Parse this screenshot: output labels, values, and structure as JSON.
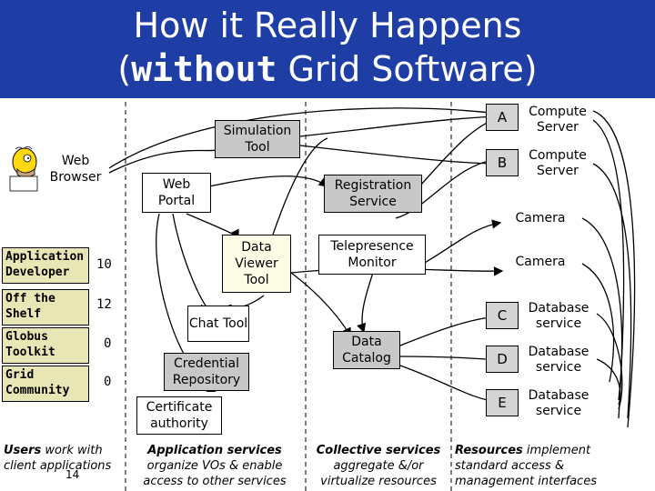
{
  "title": {
    "line1": "How it Really Happens",
    "line2_open": "(",
    "line2_bold": "without",
    "line2_rest": " Grid Software)"
  },
  "components": {
    "web_browser": "Web Browser",
    "simulation_tool": "Simulation Tool",
    "web_portal": "Web Portal",
    "registration_service": "Registration Service",
    "data_viewer_tool": "Data Viewer Tool",
    "telepresence_monitor": "Telepresence Monitor",
    "chat_tool": "Chat Tool",
    "credential_repository": "Credential Repository",
    "data_catalog": "Data Catalog",
    "certificate_authority": "Certificate authority"
  },
  "resources": [
    {
      "letter": "A",
      "label": "Compute Server"
    },
    {
      "letter": "B",
      "label": "Compute Server"
    },
    {
      "letter": "",
      "label": "Camera"
    },
    {
      "letter": "",
      "label": "Camera"
    },
    {
      "letter": "C",
      "label": "Database service"
    },
    {
      "letter": "D",
      "label": "Database service"
    },
    {
      "letter": "E",
      "label": "Database service"
    }
  ],
  "counts": [
    {
      "label": "Application Developer",
      "value": "10"
    },
    {
      "label": "Off the Shelf",
      "value": "12"
    },
    {
      "label": "Globus Toolkit",
      "value": "0"
    },
    {
      "label": "Grid Community",
      "value": "0"
    }
  ],
  "captions": {
    "users_bold": "Users",
    "users_rest": " work with client applications",
    "app_bold": "Application services",
    "app_rest": "organize VOs & enable access to other services",
    "coll_bold": "Collective services",
    "coll_rest": "aggregate &/or virtualize resources",
    "res_bold": "Resources",
    "res_rest": " implement standard access & management interfaces"
  },
  "page_number": "14",
  "colors": {
    "header_bg": "#1e3ea6",
    "header_text": "#ffffff",
    "box_gray": "#c8c8c8",
    "box_yellow": "#fdfde6",
    "count_bg": "#e8e6b4"
  }
}
